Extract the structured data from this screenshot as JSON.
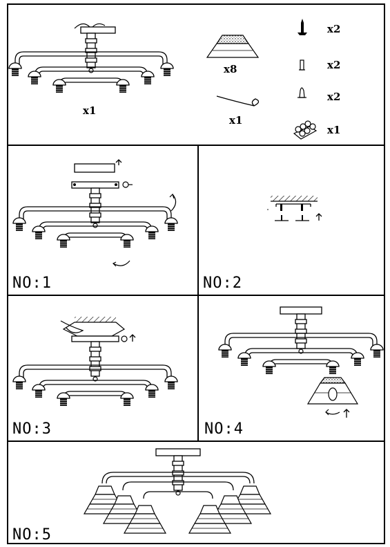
{
  "parts": {
    "fixture_qty": "x1",
    "shade_qty": "x8",
    "wire_qty": "x1",
    "screw_qty": "x2",
    "anchor_qty": "x2",
    "nut_qty": "x2",
    "connector_qty": "x1"
  },
  "steps": [
    {
      "label": "NO:1"
    },
    {
      "label": "NO:2"
    },
    {
      "label": "NO:3"
    },
    {
      "label": "NO:4"
    },
    {
      "label": "NO:5"
    }
  ]
}
